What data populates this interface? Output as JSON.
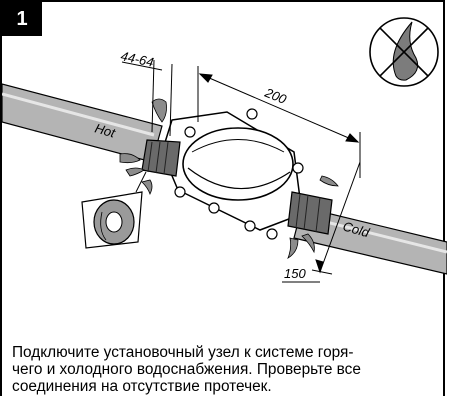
{
  "step": {
    "number": "1"
  },
  "labels": {
    "range": "44-64",
    "length": "200",
    "offset": "150",
    "hot": "Hot",
    "cold": "Cold"
  },
  "icons": {
    "no_sealant": "no-sealant-icon",
    "tape": "tape-roll-icon"
  },
  "caption": {
    "line1": "Подключите установочный узел к системе горя-",
    "line2": "чего и холодного водоснабжения. Проверьте все",
    "line3": "соединения на отсутствие протечек."
  }
}
